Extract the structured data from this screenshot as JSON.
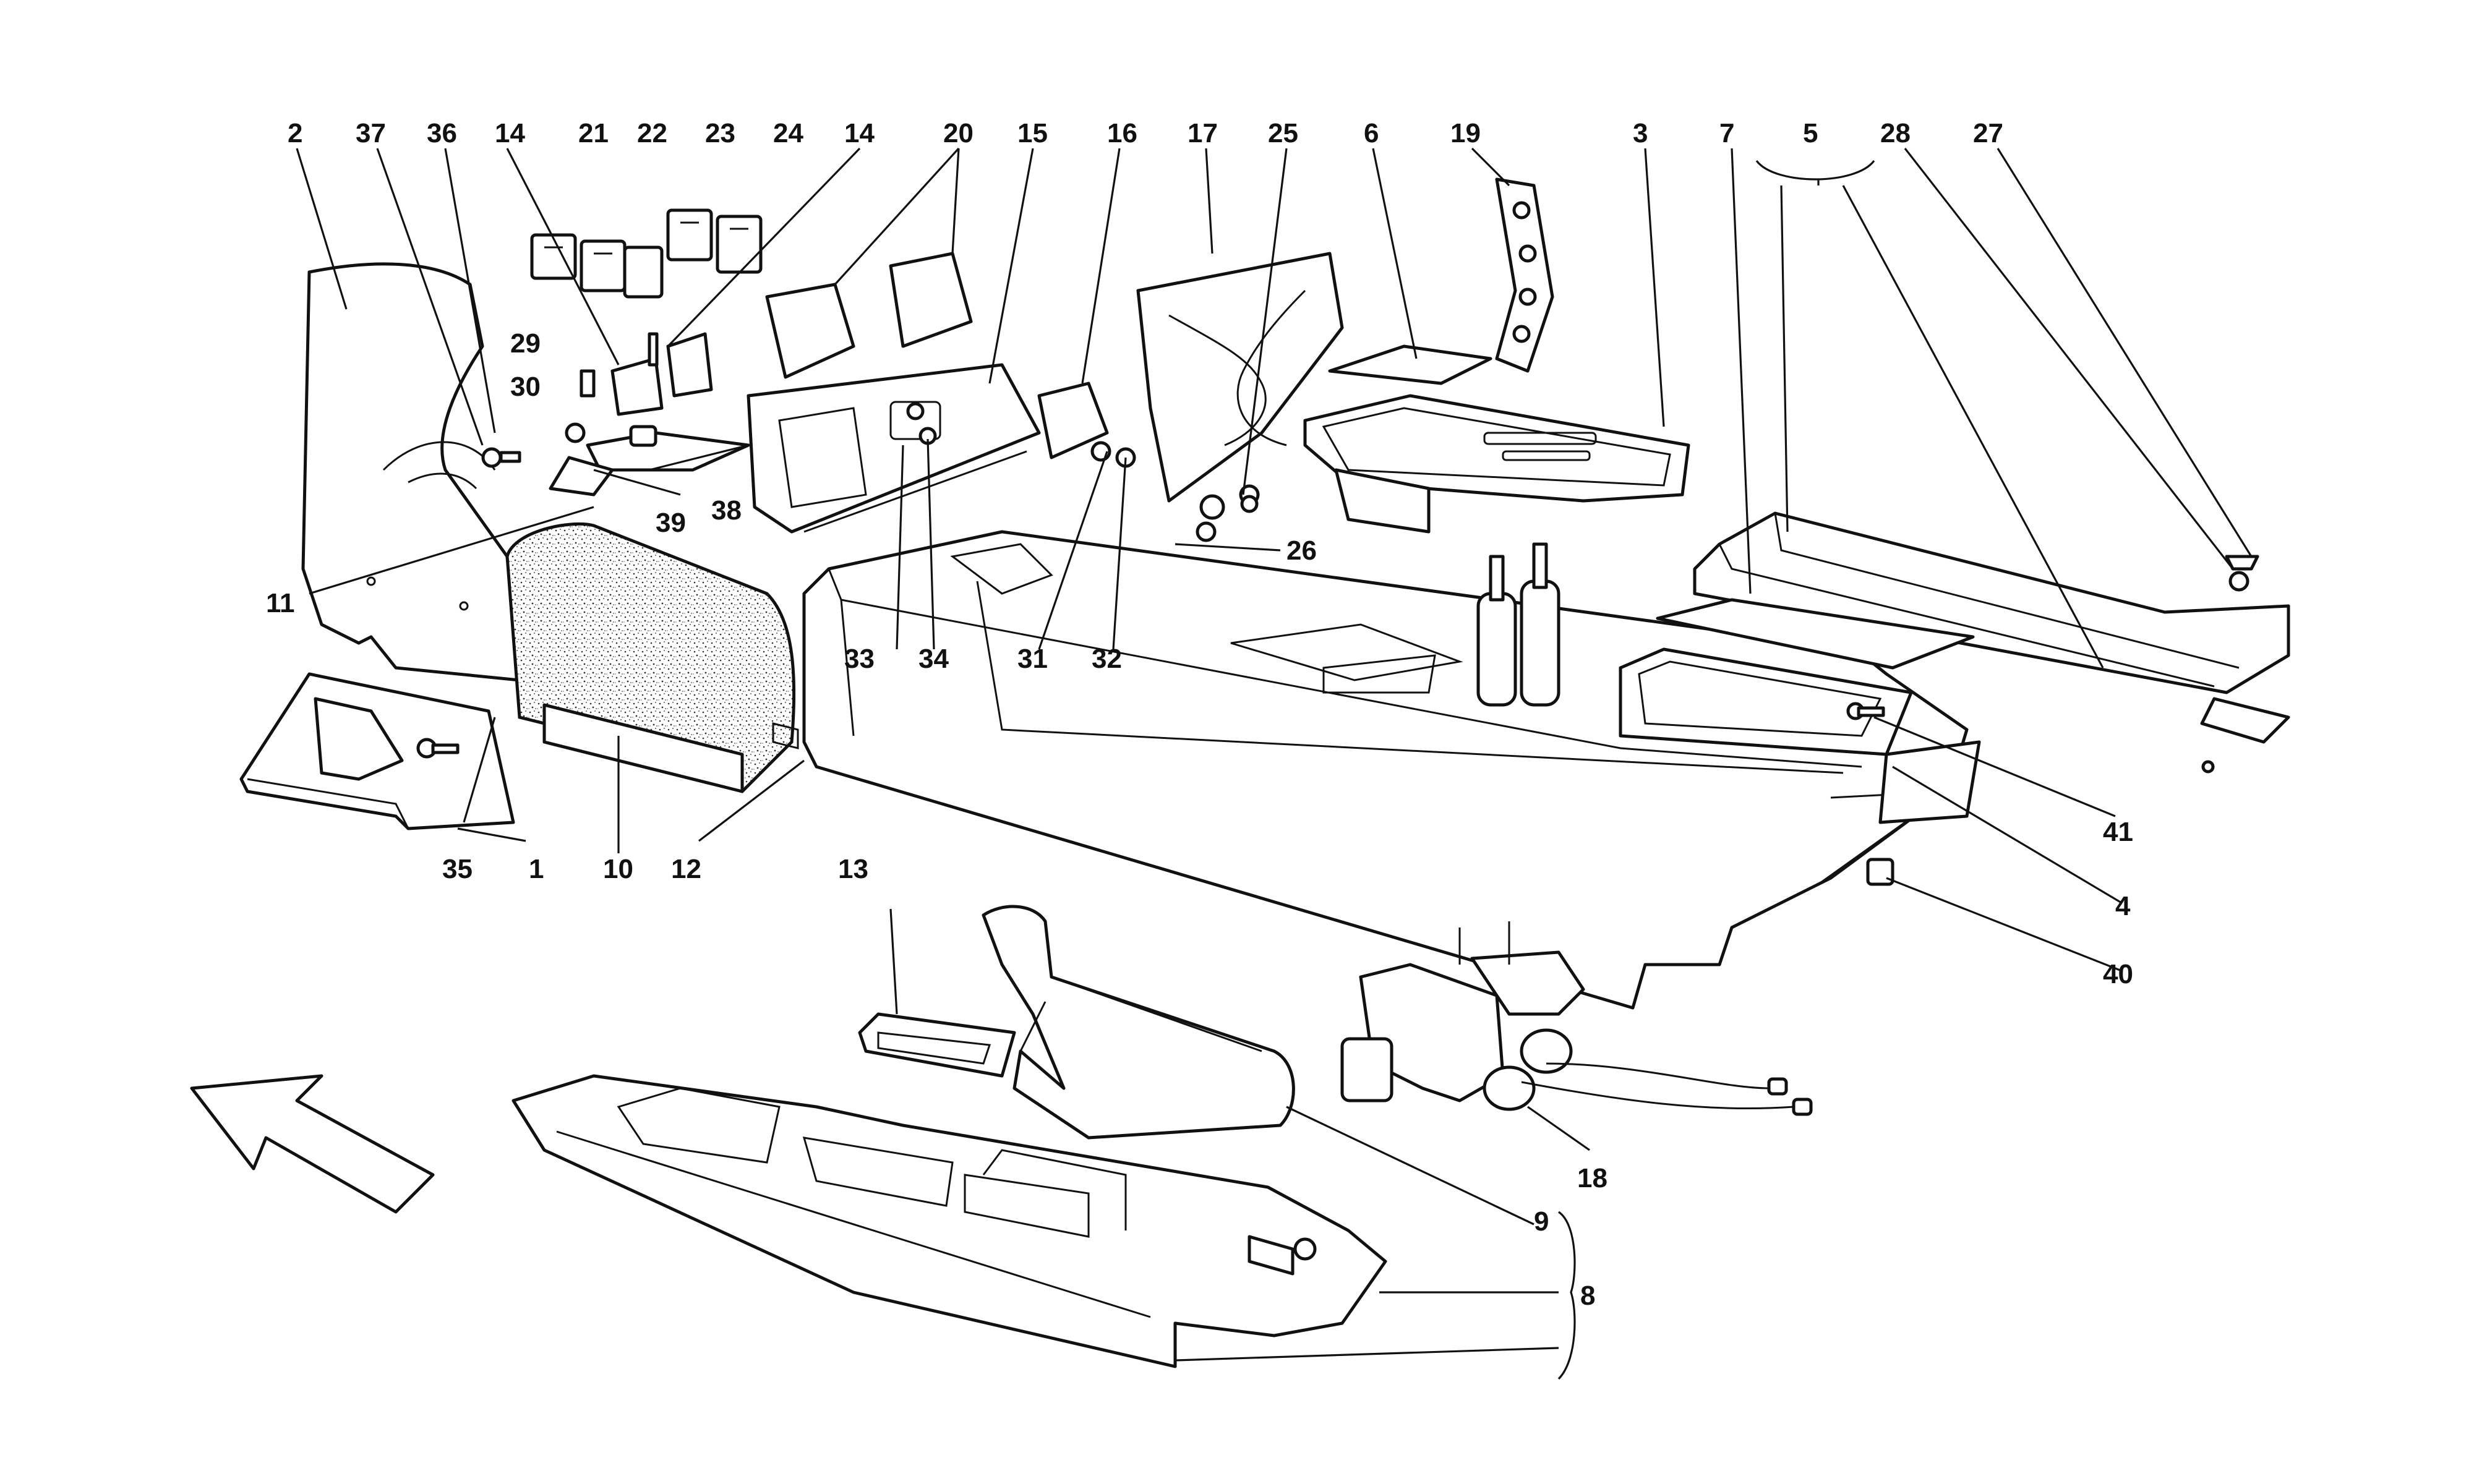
{
  "callouts": {
    "c1": "1",
    "c2": "2",
    "c3": "3",
    "c4": "4",
    "c5": "5",
    "c6": "6",
    "c7": "7",
    "c8": "8",
    "c9": "9",
    "c10": "10",
    "c11": "11",
    "c12": "12",
    "c13": "13",
    "c14a": "14",
    "c14b": "14",
    "c15": "15",
    "c16": "16",
    "c17": "17",
    "c18": "18",
    "c19": "19",
    "c20": "20",
    "c21": "21",
    "c22": "22",
    "c23": "23",
    "c24": "24",
    "c25": "25",
    "c26": "26",
    "c27": "27",
    "c28": "28",
    "c29": "29",
    "c30": "30",
    "c31": "31",
    "c32": "32",
    "c33": "33",
    "c34": "34",
    "c35": "35",
    "c36": "36",
    "c37": "37",
    "c38": "38",
    "c39": "39",
    "c40": "40",
    "c41": "41"
  }
}
